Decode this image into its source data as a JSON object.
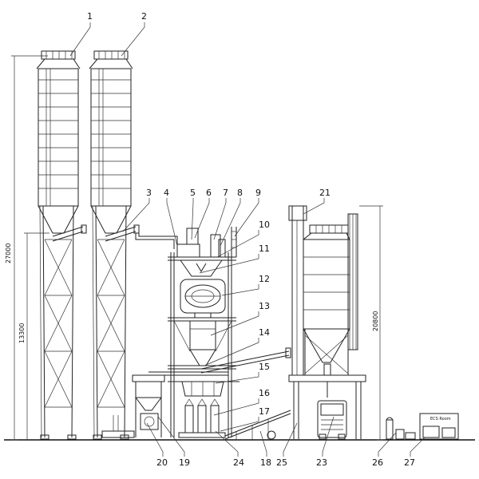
{
  "callouts": [
    "1",
    "2",
    "3",
    "4",
    "5",
    "6",
    "7",
    "8",
    "9",
    "10",
    "11",
    "12",
    "13",
    "14",
    "15",
    "16",
    "17",
    "18",
    "19",
    "20",
    "21",
    "23",
    "24",
    "25",
    "26",
    "27"
  ],
  "dimensions": {
    "total_height": "27000",
    "platform_height": "13300",
    "silo_height": "20800"
  },
  "room_label": "ECS Room"
}
